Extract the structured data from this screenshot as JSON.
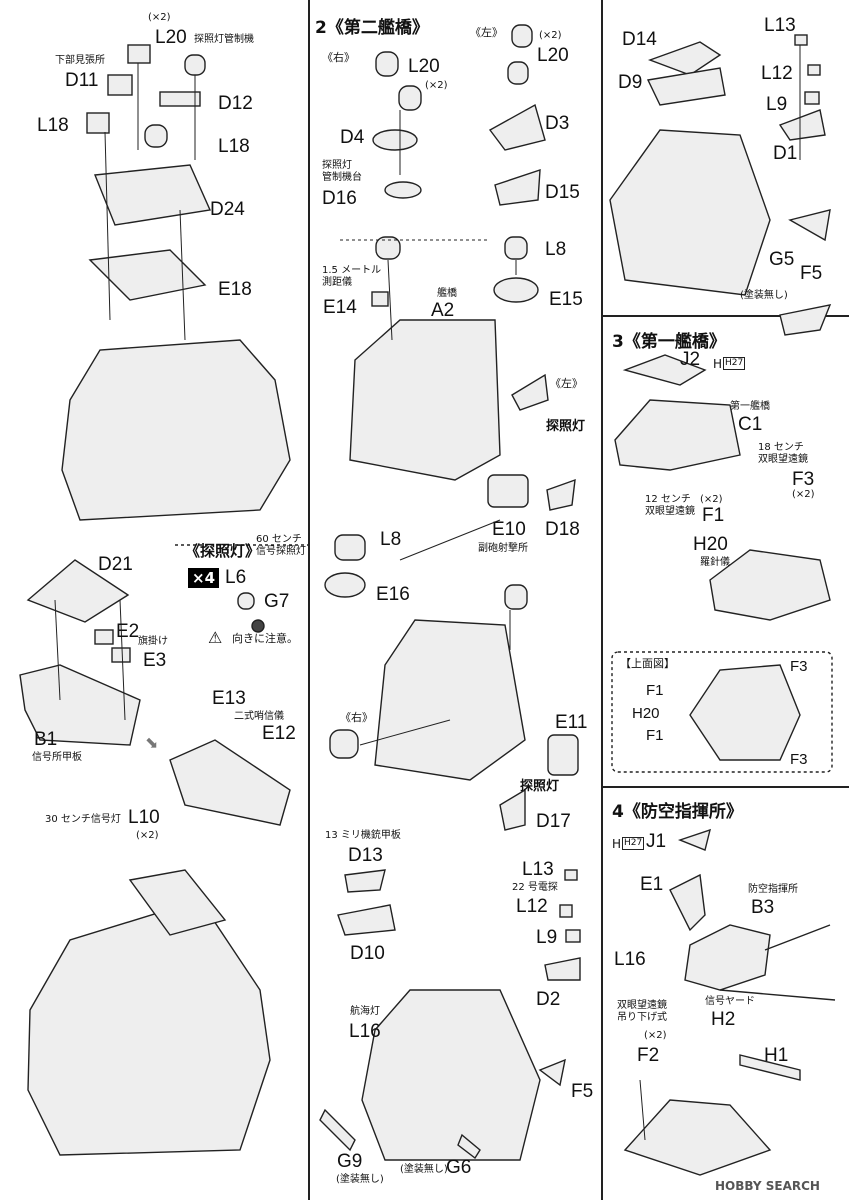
{
  "panel_left": {
    "l20_qty": "(×2)",
    "l20": "L20",
    "l20_note": "探照灯管制機",
    "d11_note": "下部見張所",
    "d11": "D11",
    "d12": "D12",
    "l18_a": "L18",
    "l18_b": "L18",
    "d24": "D24",
    "e18": "E18",
    "searchlight_title": "《探照灯》",
    "searchlight_note": "60 センチ\n信号探照灯",
    "x4": "×4",
    "l6": "L6",
    "g7": "G7",
    "orientation_note": "向きに注意。",
    "d21": "D21",
    "e2": "E2",
    "flag_note": "旗掛け",
    "e3": "E3",
    "b1": "B1",
    "b1_note": "信号所甲板",
    "e13": "E13",
    "whistle_note": "二式哨信儀",
    "e12": "E12",
    "l10_note": "30 センチ信号灯",
    "l10": "L10",
    "l10_qty": "(×2)"
  },
  "panel_mid": {
    "step_title": "2《第二艦橋》",
    "right": "《右》",
    "left": "《左》",
    "l20_r": "L20",
    "l20_qty": "(×2)",
    "l20_l": "L20",
    "l20_l_qty": "(×2)",
    "d4": "D4",
    "d3": "D3",
    "d16_note": "探照灯\n管制機台",
    "d16": "D16",
    "d15": "D15",
    "e14_note": "1.5 メートル\n測距儀",
    "e14": "E14",
    "a2_note": "艦橋",
    "a2": "A2",
    "l8": "L8",
    "e15": "E15",
    "left2": "《左》",
    "searchlight": "探照灯",
    "e10": "E10",
    "e10_note": "副砲射撃所",
    "d18": "D18",
    "l8_b": "L8",
    "e16": "E16",
    "right2": "《右》",
    "e11": "E11",
    "searchlight2": "探照灯",
    "d17": "D17",
    "d13_note": "13 ミリ機銃甲板",
    "d13": "D13",
    "d10": "D10",
    "l13": "L13",
    "l12_note": "22 号電探",
    "l12": "L12",
    "l9": "L9",
    "d2": "D2",
    "l16_note": "航海灯",
    "l16": "L16",
    "f5": "F5",
    "g9": "G9",
    "g9_note": "(塗装無し)",
    "g6_note": "(塗装無し)",
    "g6": "G6"
  },
  "panel_right": {
    "d14": "D14",
    "l13": "L13",
    "d9": "D9",
    "l12": "L12",
    "l9": "L9",
    "d1": "D1",
    "g5": "G5",
    "f5": "F5",
    "g5_note": "(塗装無し)",
    "step3_title": "3《第一艦橋》",
    "j2": "J2",
    "h27": "H27",
    "c1_note": "第一艦橋",
    "c1": "C1",
    "f3_note": "18 センチ\n双眼望遠鏡",
    "f3": "F3",
    "f3_qty": "(×2)",
    "f1_note": "12 センチ\n双眼望遠鏡",
    "f1_qty": "(×2)",
    "f1": "F1",
    "h20": "H20",
    "h20_note": "羅針儀",
    "topview_title": "【上面図】",
    "tv_f3_a": "F3",
    "tv_f1_a": "F1",
    "tv_h20": "H20",
    "tv_f1_b": "F1",
    "tv_f3_b": "F3",
    "step4_title": "4《防空指揮所》",
    "h27_b": "H27",
    "j1": "J1",
    "e1": "E1",
    "b3_note": "防空指揮所",
    "b3": "B3",
    "l16": "L16",
    "f2_note": "双眼望遠鏡\n吊り下げ式",
    "h2_note": "信号ヤード",
    "h2": "H2",
    "f2_qty": "(×2)",
    "f2": "F2",
    "h1": "H1",
    "watermark": "HOBBY SEARCH"
  }
}
